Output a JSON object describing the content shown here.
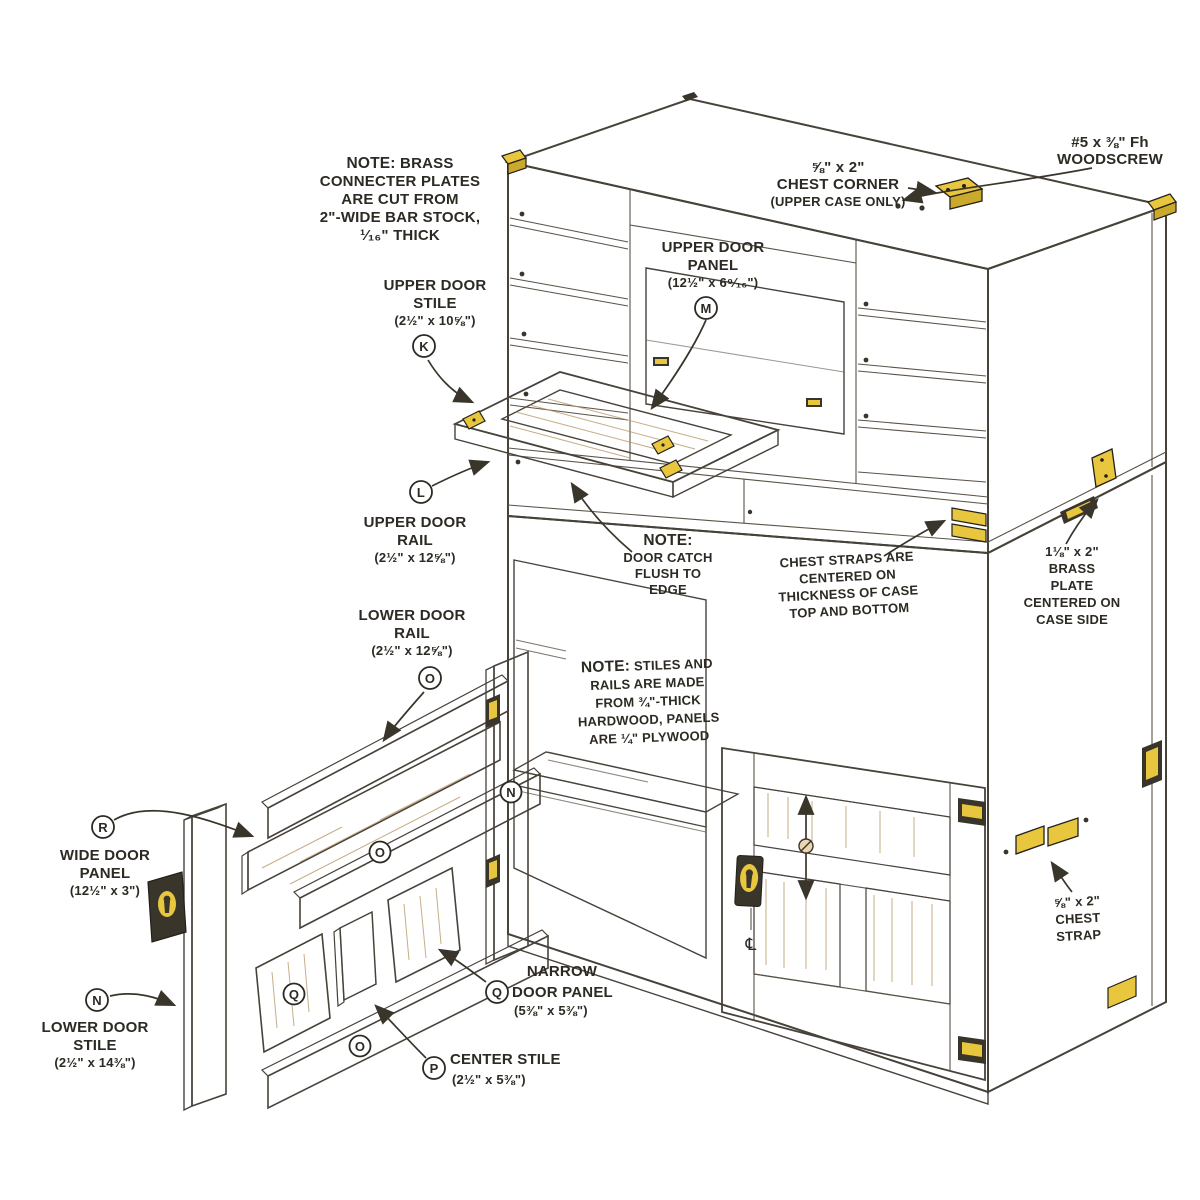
{
  "figure": {
    "type": "woodworking-plan",
    "description": "Exploded isometric drawing of a two-case chest with frame-and-panel doors and brass hardware"
  },
  "colors": {
    "paper": "#ffffff",
    "case_top": "#eee0c0",
    "case_front": "#e9d7b2",
    "case_side": "#e0cca2",
    "opening": "#dbc79c",
    "panel_wood": "#dcc193",
    "board_face": "#e6d4ab",
    "board_edge": "#c9ab7a",
    "outline": "#47423a",
    "brass": "#e8c63e",
    "brass_dark": "#8a701c",
    "hardware_dark": "#3a352b",
    "text": "#2d2a23"
  },
  "symbols": {
    "centerline": "℄"
  },
  "part_letters": {
    "k": "K",
    "l": "L",
    "m": "M",
    "n": "N",
    "o": "O",
    "p": "P",
    "q": "Q",
    "r": "R"
  },
  "labels": {
    "note_brass": {
      "note": "NOTE:",
      "rest": " BRASS",
      "lines": [
        "CONNECTER PLATES",
        "ARE CUT FROM",
        "2\"-WIDE BAR STOCK,",
        "¹⁄₁₆\" THICK"
      ]
    },
    "upper_door_stile": {
      "lines": [
        "UPPER DOOR",
        "STILE"
      ],
      "dim": "(2½\" x 10⅝\")"
    },
    "chest_corner": {
      "lines": [
        "⅝\" x 2\"",
        "CHEST CORNER",
        "(UPPER CASE ONLY)"
      ]
    },
    "woodscrew": {
      "lines": [
        "#5 x ⅜\" Fh",
        "WOODSCREW"
      ]
    },
    "upper_door_panel": {
      "lines": [
        "UPPER DOOR",
        "PANEL"
      ],
      "dim": "(12½\" x 6⁹⁄₁₆\")"
    },
    "upper_door_rail": {
      "lines": [
        "UPPER DOOR",
        "RAIL"
      ],
      "dim": "(2½\" x 12⅝\")"
    },
    "note_door_catch": {
      "note": "NOTE:",
      "lines": [
        "DOOR CATCH",
        "FLUSH TO",
        "EDGE"
      ]
    },
    "chest_straps": {
      "lines": [
        "CHEST STRAPS ARE",
        "CENTERED ON",
        "THICKNESS OF CASE",
        "TOP AND BOTTOM"
      ]
    },
    "brass_plate": {
      "lines": [
        "1⅛\" x 2\"",
        "BRASS",
        "PLATE",
        "CENTERED ON",
        "CASE SIDE"
      ]
    },
    "lower_door_rail": {
      "lines": [
        "LOWER DOOR",
        "RAIL"
      ],
      "dim": "(2½\" x 12⅝\")"
    },
    "note_stiles": {
      "note": "NOTE:",
      "rest": " STILES AND",
      "lines": [
        "RAILS ARE MADE",
        "FROM ¾\"-THICK",
        "HARDWOOD, PANELS",
        "ARE ¼\" PLYWOOD"
      ]
    },
    "wide_door_panel": {
      "lines": [
        "WIDE DOOR",
        "PANEL"
      ],
      "dim": "(12½\" x 3\")"
    },
    "lower_door_stile": {
      "lines": [
        "LOWER DOOR",
        "STILE"
      ],
      "dim": "(2½\" x 14⅜\")"
    },
    "narrow_door_panel": {
      "line1": "NARROW",
      "line2": "DOOR PANEL",
      "dim": "(5⅜\" x 5⅜\")"
    },
    "center_stile": {
      "line1": "CENTER STILE",
      "dim": "(2½\" x 5⅜\")"
    },
    "chest_strap": {
      "lines": [
        "⅝\" x 2\"",
        "CHEST",
        "STRAP"
      ]
    }
  }
}
